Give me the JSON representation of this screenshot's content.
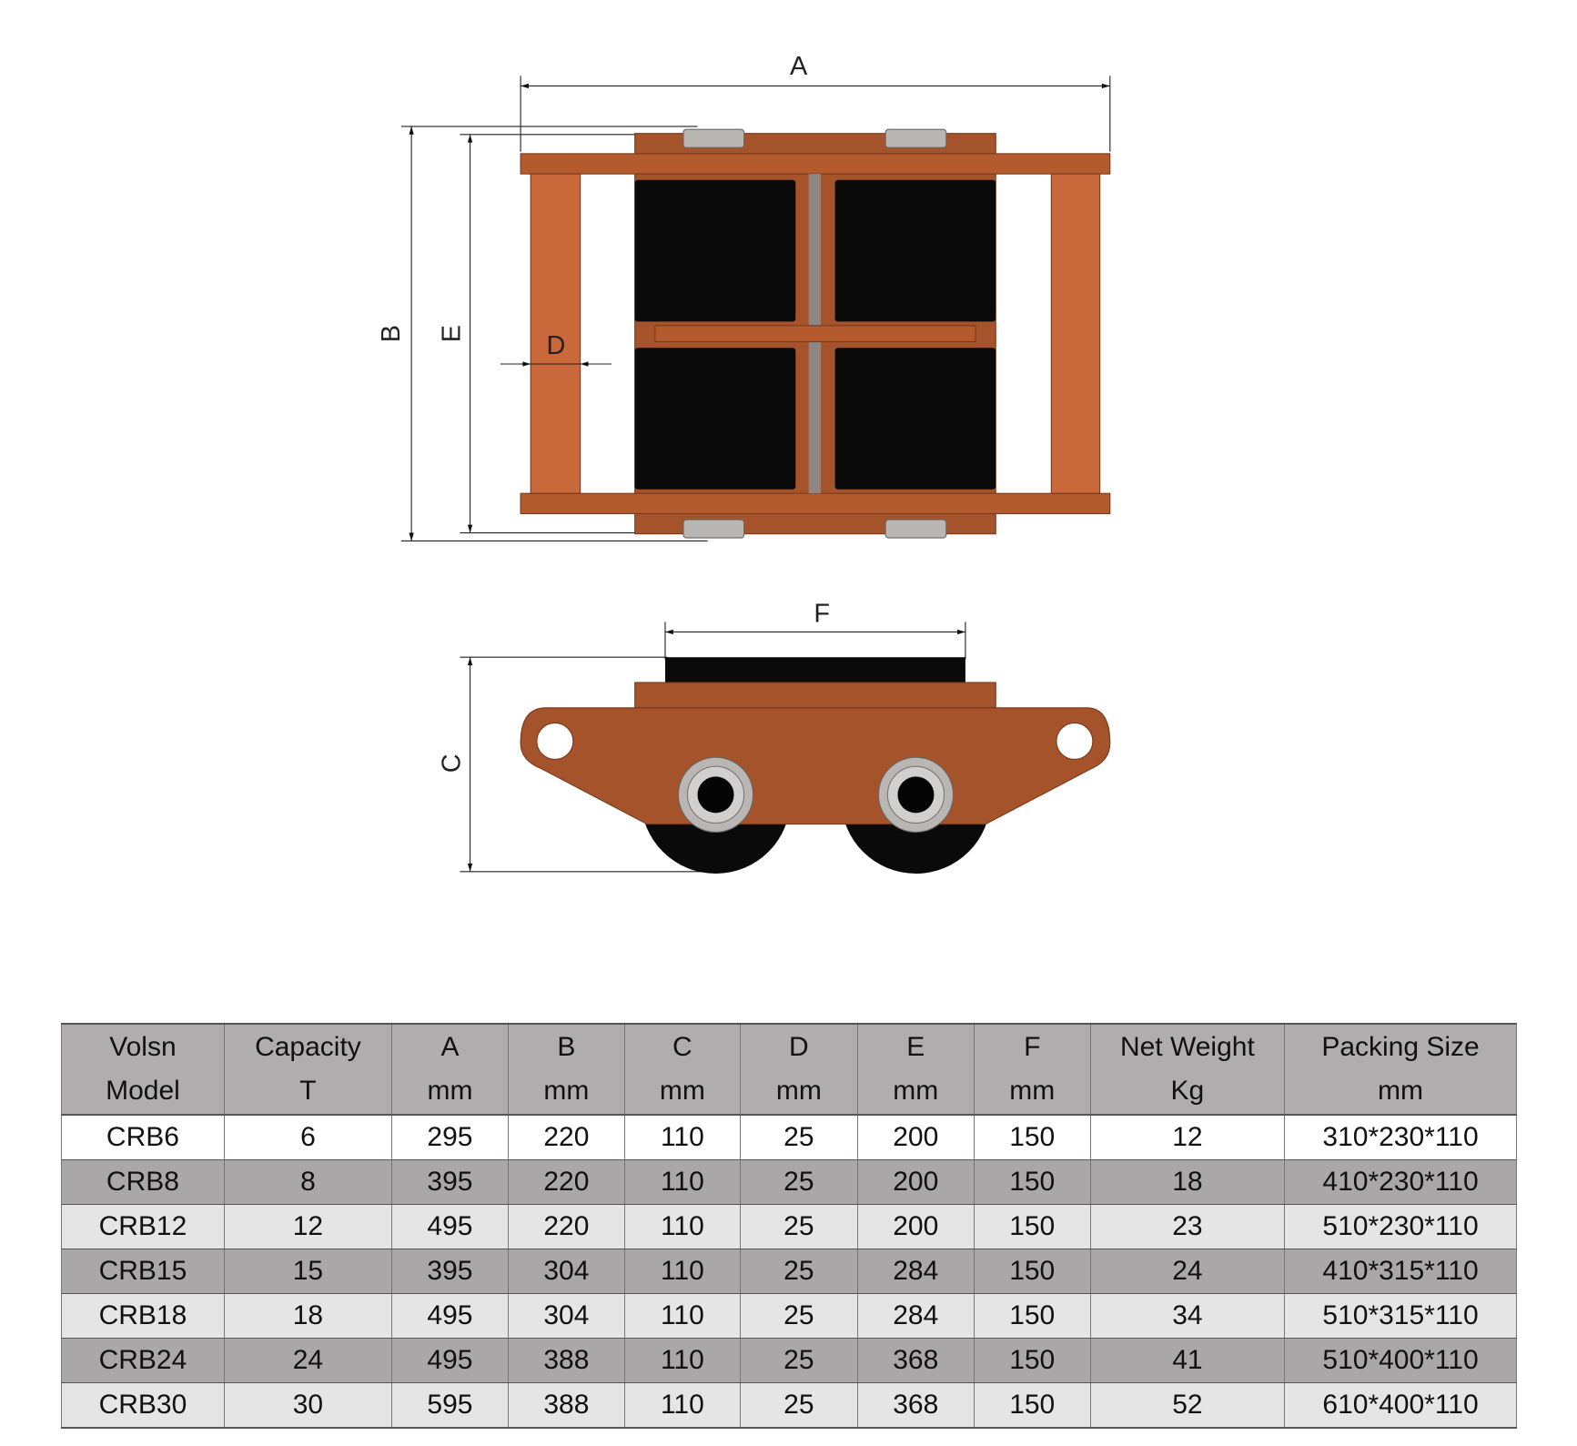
{
  "drawing": {
    "labels": {
      "A": "A",
      "B": "B",
      "C": "C",
      "D": "D",
      "E": "E",
      "F": "F"
    },
    "colors": {
      "frame": "#a5532a",
      "frame_light": "#c9683a",
      "roller": "#0a0a0a",
      "steel": "#b9b6b3"
    }
  },
  "table": {
    "headers": [
      {
        "top": "Volsn",
        "bottom": "Model"
      },
      {
        "top": "Capacity",
        "bottom": "T"
      },
      {
        "top": "A",
        "bottom": "mm"
      },
      {
        "top": "B",
        "bottom": "mm"
      },
      {
        "top": "C",
        "bottom": "mm"
      },
      {
        "top": "D",
        "bottom": "mm"
      },
      {
        "top": "E",
        "bottom": "mm"
      },
      {
        "top": "F",
        "bottom": "mm"
      },
      {
        "top": "Net Weight",
        "bottom": "Kg"
      },
      {
        "top": "Packing Size",
        "bottom": "mm"
      }
    ],
    "rows": [
      [
        "CRB6",
        "6",
        "295",
        "220",
        "110",
        "25",
        "200",
        "150",
        "12",
        "310*230*110"
      ],
      [
        "CRB8",
        "8",
        "395",
        "220",
        "110",
        "25",
        "200",
        "150",
        "18",
        "410*230*110"
      ],
      [
        "CRB12",
        "12",
        "495",
        "220",
        "110",
        "25",
        "200",
        "150",
        "23",
        "510*230*110"
      ],
      [
        "CRB15",
        "15",
        "395",
        "304",
        "110",
        "25",
        "284",
        "150",
        "24",
        "410*315*110"
      ],
      [
        "CRB18",
        "18",
        "495",
        "304",
        "110",
        "25",
        "284",
        "150",
        "34",
        "510*315*110"
      ],
      [
        "CRB24",
        "24",
        "495",
        "388",
        "110",
        "25",
        "368",
        "150",
        "41",
        "510*400*110"
      ],
      [
        "CRB30",
        "30",
        "595",
        "388",
        "110",
        "25",
        "368",
        "150",
        "52",
        "610*400*110"
      ]
    ]
  }
}
